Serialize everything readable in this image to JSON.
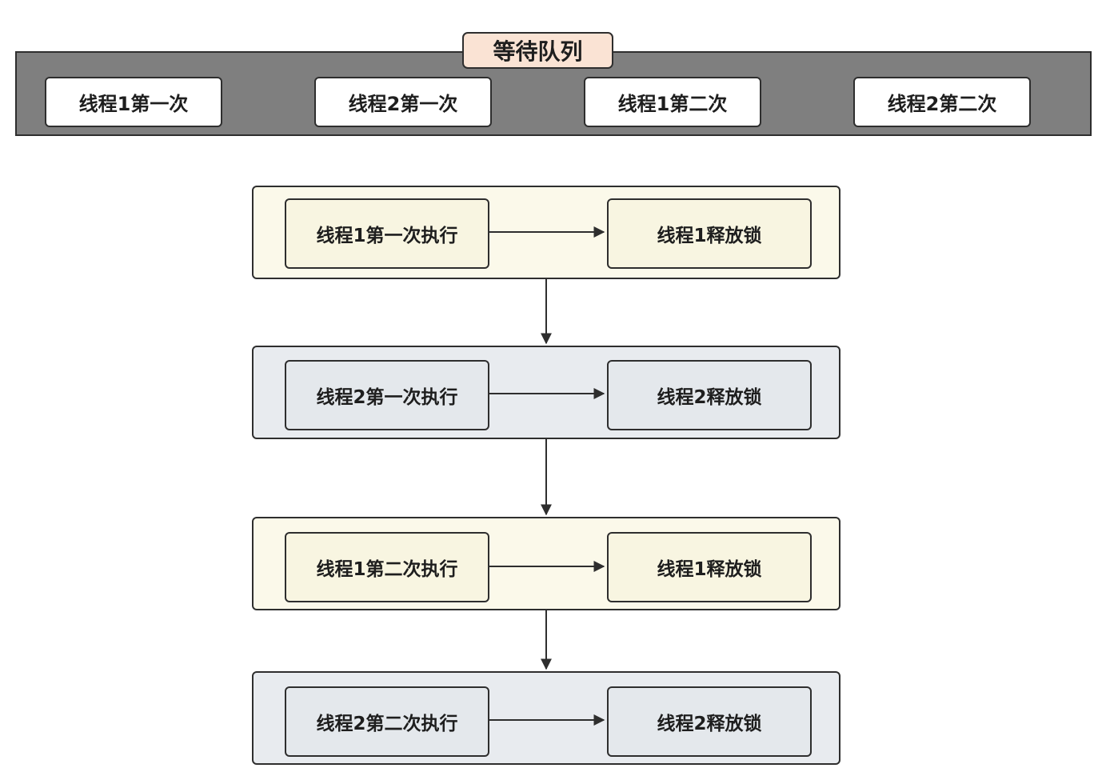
{
  "queue": {
    "title": "等待队列",
    "items": [
      "线程1第一次",
      "线程2第一次",
      "线程1第二次",
      "线程2第二次"
    ]
  },
  "stages": [
    {
      "exec": "线程1第一次执行",
      "release": "线程1释放锁",
      "thread": "1"
    },
    {
      "exec": "线程2第一次执行",
      "release": "线程2释放锁",
      "thread": "2"
    },
    {
      "exec": "线程1第二次执行",
      "release": "线程1释放锁",
      "thread": "1"
    },
    {
      "exec": "线程2第二次执行",
      "release": "线程2释放锁",
      "thread": "2"
    }
  ],
  "colors": {
    "thread1_fill": "#fbf9ea",
    "thread2_fill": "#e8ebef",
    "queue_bar": "#7f7f7f",
    "queue_title_fill": "#fae3d4",
    "stroke": "#2e2e2e"
  }
}
